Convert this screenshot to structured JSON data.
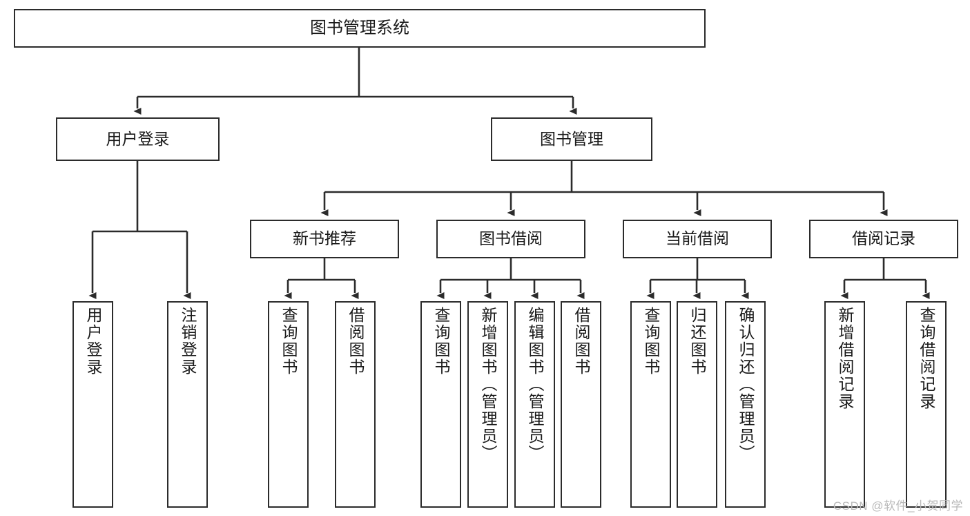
{
  "diagram": {
    "title": "图书管理系统",
    "type": "hierarchy-tree",
    "watermark": "CSDN @软件_小贺同学",
    "colors": {
      "background": "#ffffff",
      "stroke": "#2b2b2b",
      "node_fill": "#ffffff",
      "text": "#1a1a1a",
      "watermark": "#b9b9b9"
    },
    "nodes": {
      "root": {
        "label": "图书管理系统",
        "orientation": "horizontal"
      },
      "level2": [
        {
          "label": "用户登录",
          "orientation": "horizontal"
        },
        {
          "label": "图书管理",
          "orientation": "horizontal"
        }
      ],
      "level3": [
        {
          "label": "新书推荐",
          "orientation": "horizontal"
        },
        {
          "label": "图书借阅",
          "orientation": "horizontal"
        },
        {
          "label": "当前借阅",
          "orientation": "horizontal"
        },
        {
          "label": "借阅记录",
          "orientation": "horizontal"
        }
      ],
      "leaves": {
        "user_login": [
          {
            "label": "用户登录",
            "orientation": "vertical"
          },
          {
            "label": "注销登录",
            "orientation": "vertical"
          }
        ],
        "new_book_recommend": [
          {
            "label": "查询图书",
            "orientation": "vertical"
          },
          {
            "label": "借阅图书",
            "orientation": "vertical"
          }
        ],
        "book_borrow": [
          {
            "label": "查询图书",
            "orientation": "vertical"
          },
          {
            "label": "新增图书（管理员）",
            "orientation": "vertical"
          },
          {
            "label": "编辑图书（管理员）",
            "orientation": "vertical"
          },
          {
            "label": "借阅图书",
            "orientation": "vertical"
          }
        ],
        "current_borrow": [
          {
            "label": "查询图书",
            "orientation": "vertical"
          },
          {
            "label": "归还图书",
            "orientation": "vertical"
          },
          {
            "label": "确认归还（管理员）",
            "orientation": "vertical"
          }
        ],
        "borrow_record": [
          {
            "label": "新增借阅记录",
            "orientation": "vertical"
          },
          {
            "label": "查询借阅记录",
            "orientation": "vertical"
          }
        ]
      }
    }
  }
}
